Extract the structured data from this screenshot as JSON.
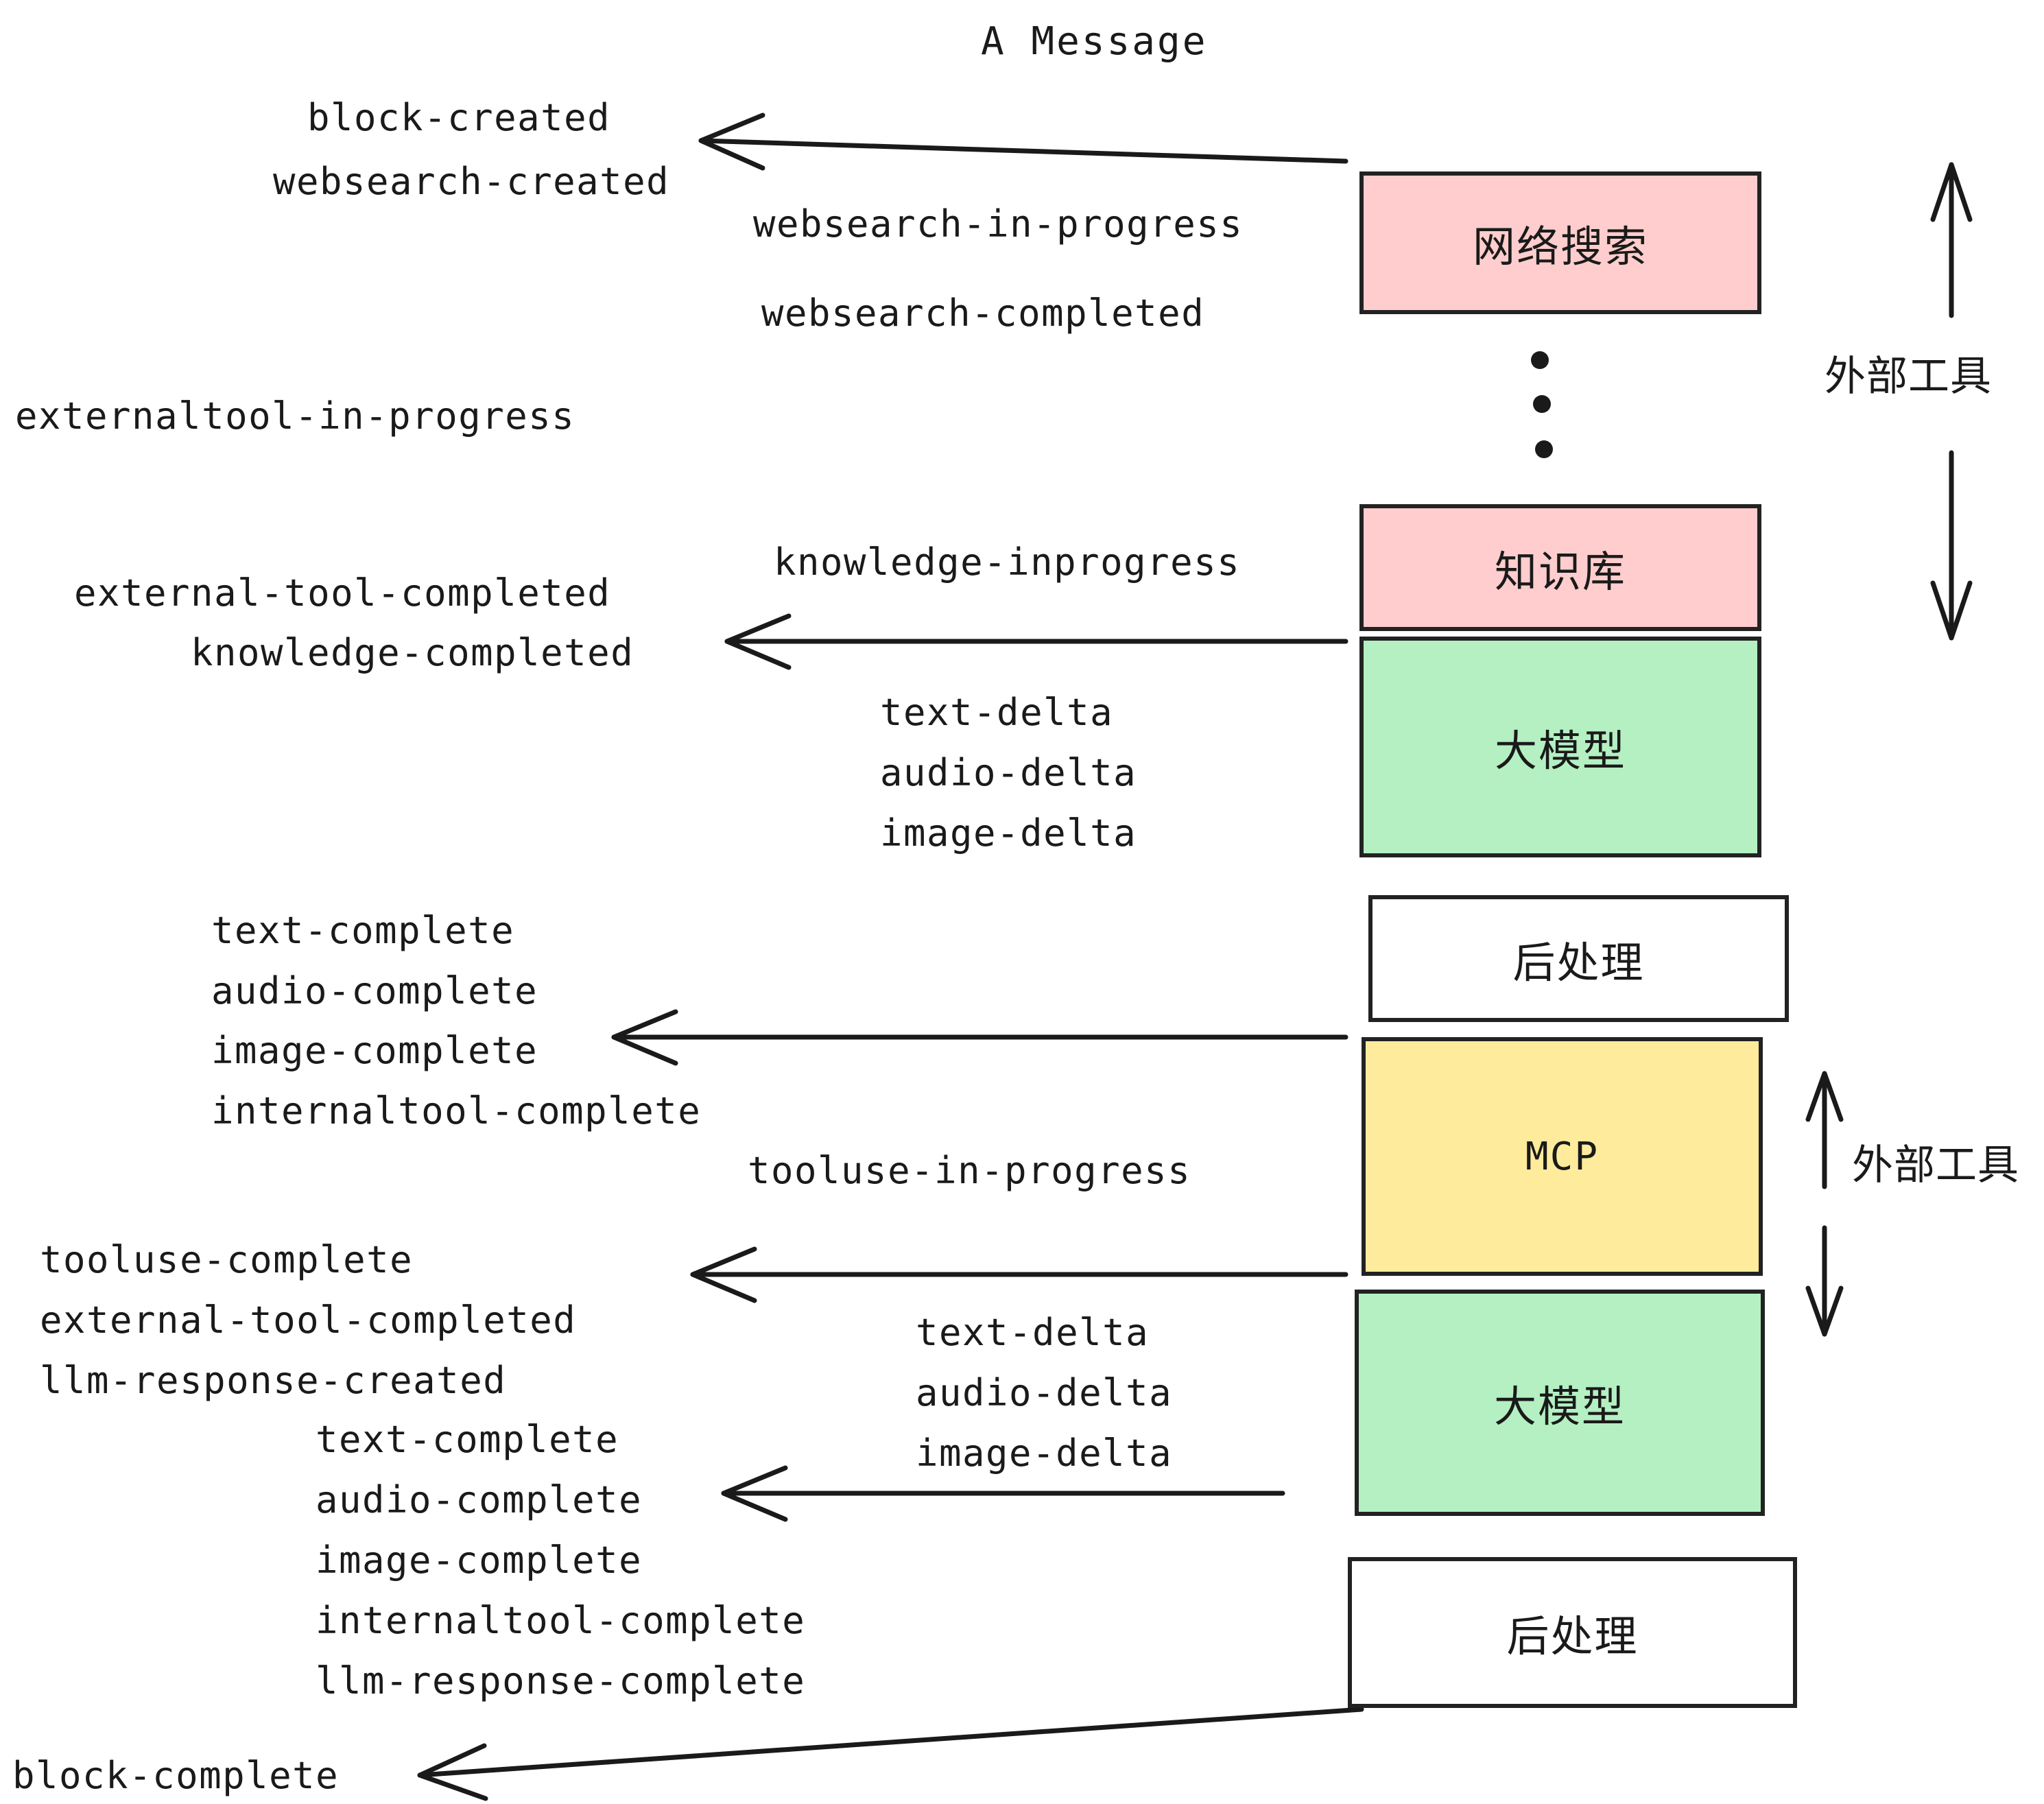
{
  "title": "A Message",
  "boxes": [
    {
      "label": "网络搜索",
      "color": "#ffcdcd",
      "kind": "pink"
    },
    {
      "label": "知识库",
      "color": "#ffcdcd",
      "kind": "pink"
    },
    {
      "label": "大模型",
      "color": "#b4f0c2",
      "kind": "green"
    },
    {
      "label": "后处理",
      "color": "#ffffff",
      "kind": "white"
    },
    {
      "label": "MCP",
      "color": "#ffeb9c",
      "kind": "yellow"
    },
    {
      "label": "大模型",
      "color": "#b4f0c2",
      "kind": "green"
    },
    {
      "label": "后处理",
      "color": "#ffffff",
      "kind": "white"
    }
  ],
  "side_labels": [
    {
      "text": "外部工具"
    },
    {
      "text": "外部工具"
    }
  ],
  "events": [
    {
      "text": "block-created"
    },
    {
      "text": "websearch-created"
    },
    {
      "text": "websearch-in-progress"
    },
    {
      "text": "websearch-completed"
    },
    {
      "text": "externaltool-in-progress"
    },
    {
      "text": "knowledge-inprogress"
    },
    {
      "text": "external-tool-completed"
    },
    {
      "text": "knowledge-completed"
    },
    {
      "text": "text-delta"
    },
    {
      "text": "audio-delta"
    },
    {
      "text": "image-delta"
    },
    {
      "text": "text-complete"
    },
    {
      "text": "audio-complete"
    },
    {
      "text": "image-complete"
    },
    {
      "text": "internaltool-complete"
    },
    {
      "text": "tooluse-in-progress"
    },
    {
      "text": "tooluse-complete"
    },
    {
      "text": "external-tool-completed"
    },
    {
      "text": "llm-response-created"
    },
    {
      "text": "text-complete"
    },
    {
      "text": "audio-complete"
    },
    {
      "text": "image-complete"
    },
    {
      "text": "internaltool-complete"
    },
    {
      "text": "llm-response-complete"
    },
    {
      "text": "block-complete"
    }
  ],
  "ellipsis": {
    "dots": 3
  },
  "colors": {
    "pink": "#ffcdcd",
    "green": "#b4f0c2",
    "yellow": "#ffeb9c",
    "white": "#ffffff",
    "stroke": "#222222",
    "text": "#1a1a1a"
  }
}
